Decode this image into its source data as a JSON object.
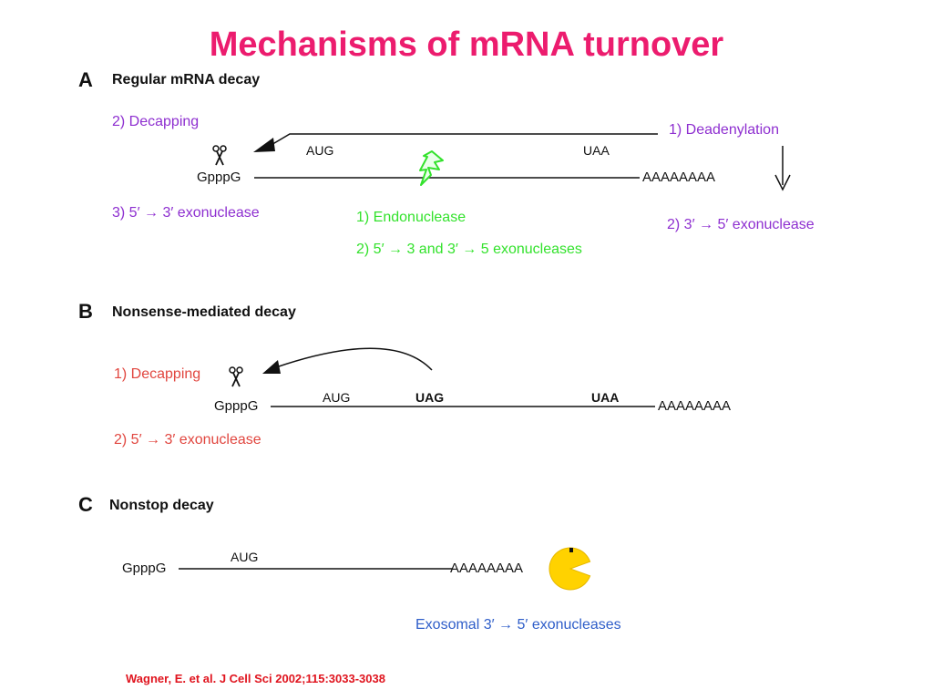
{
  "title": "Mechanisms of mRNA turnover",
  "panel_a": {
    "letter": "A",
    "title": "Regular mRNA decay",
    "decapping": "2) Decapping",
    "cap": "GpppG",
    "start_codon": "AUG",
    "stop_codon": "UAA",
    "poly_a": "AAAAAAAA",
    "deadenylation": "1) Deadenylation",
    "exo_5_3": "3)  5′ → 3′  exonuclease",
    "endonuclease": "1) Endonuclease",
    "endo_exos": "2) 5′ → 3  and 3′ → 5 exonucleases",
    "exo_3_5": "2)   3′ → 5′  exonuclease"
  },
  "panel_b": {
    "letter": "B",
    "title": "Nonsense-mediated decay",
    "decapping": "1)  Decapping",
    "cap": "GpppG",
    "start_codon": "AUG",
    "premature_stop": "UAG",
    "stop_codon": "UAA",
    "poly_a": "AAAAAAAA",
    "exo_5_3": "2)  5′ → 3′  exonuclease"
  },
  "panel_c": {
    "letter": "C",
    "title": "Nonstop decay",
    "cap": "GpppG",
    "start_codon": "AUG",
    "poly_a": "AAAAAAAA",
    "exosome": "Exosomal 3′ → 5′  exonucleases"
  },
  "citation": "Wagner, E. et al. J Cell Sci 2002;115:3033-3038",
  "colors": {
    "title": "#ec1c6e",
    "decapping_red": "#e1463f",
    "deadenylation_purple": "#8e2fd0",
    "endonuclease_green": "#33e22c",
    "exosome_blue": "#2f5ec9",
    "pacman_yellow": "#ffd200"
  },
  "icons": [
    "scissors-icon",
    "lightning-bolt-icon",
    "pacman-exosome-icon",
    "arrow-icon"
  ]
}
